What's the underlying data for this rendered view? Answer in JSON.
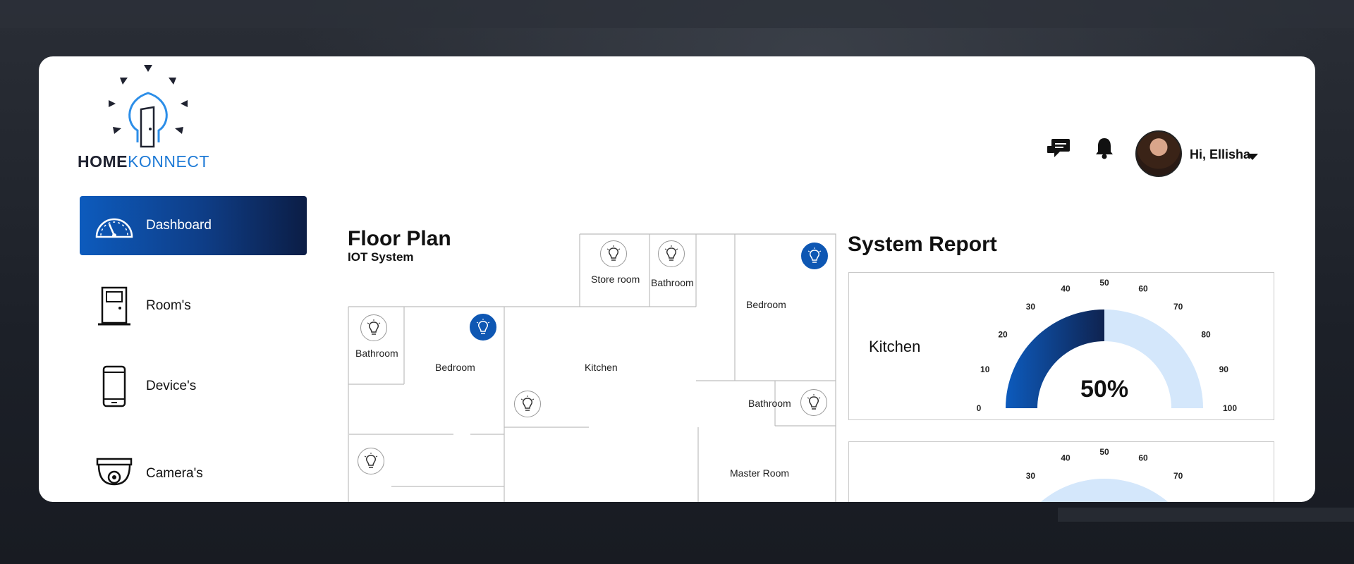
{
  "brand": {
    "name_part1": "HOME",
    "name_part2": "KONNECT"
  },
  "sidebar": {
    "items": [
      {
        "label": "Dashboard",
        "icon": "speedometer-icon",
        "active": true
      },
      {
        "label": "Room's",
        "icon": "door-icon",
        "active": false
      },
      {
        "label": "Device's",
        "icon": "smartphone-icon",
        "active": false
      },
      {
        "label": "Camera's",
        "icon": "security-camera-icon",
        "active": false
      }
    ]
  },
  "header": {
    "greeting": "Hi, Ellisha",
    "message_icon": "chat-icon",
    "notification_icon": "bell-icon"
  },
  "floor_plan": {
    "title": "Floor Plan",
    "subtitle": "IOT System",
    "rooms": [
      {
        "label": "Store room"
      },
      {
        "label": "Bathroom"
      },
      {
        "label": "Bedroom"
      },
      {
        "label": "Bathroom"
      },
      {
        "label": "Bedroom"
      },
      {
        "label": "Kitchen"
      },
      {
        "label": "Bathroom"
      },
      {
        "label": "Master Room"
      }
    ],
    "bulbs_on": 2,
    "bulbs_total": 8
  },
  "system_report": {
    "title": "System Report",
    "gauges": [
      {
        "name": "Kitchen",
        "value_percent": 50,
        "value_label": "50%",
        "ticks": [
          "0",
          "10",
          "20",
          "30",
          "40",
          "50",
          "60",
          "70",
          "80",
          "90",
          "100"
        ]
      },
      {
        "name": "",
        "value_label": "",
        "ticks": [
          "30",
          "40",
          "50",
          "60",
          "70"
        ]
      }
    ]
  },
  "colors": {
    "accent": "#0e57b3",
    "gauge_fill": "#0d5bbd",
    "gauge_track": "#d4e7fb"
  }
}
